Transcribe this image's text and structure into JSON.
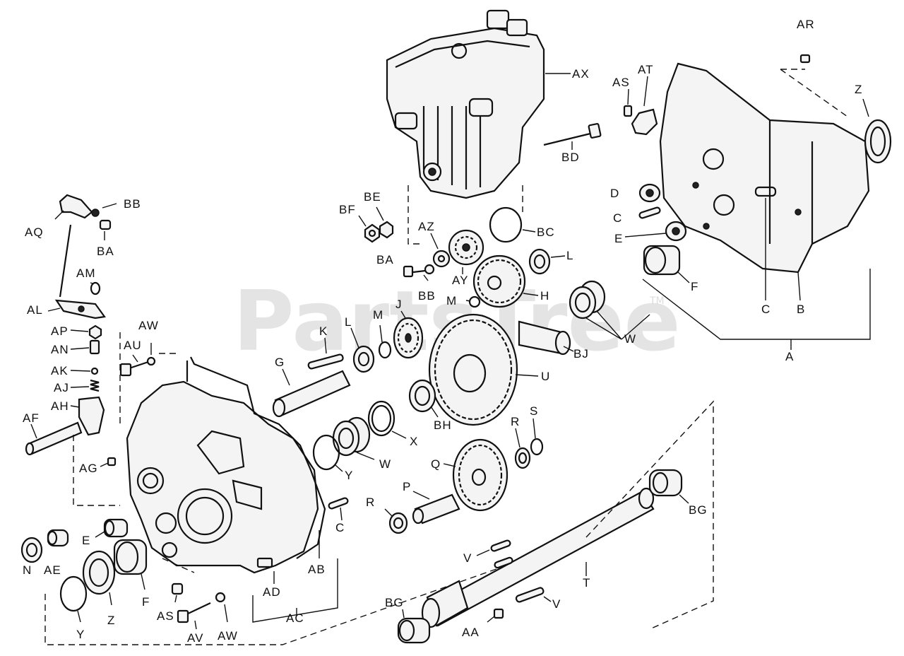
{
  "watermark": {
    "text": "PartsTree",
    "mark": "TM"
  },
  "callouts": {
    "AR": "AR",
    "AX": "AX",
    "AS": "AS",
    "AT": "AT",
    "Z": "Z",
    "BD": "BD",
    "D": "D",
    "C": "C",
    "E": "E",
    "F": "F",
    "B": "B",
    "A": "A",
    "W": "W",
    "BB": "BB",
    "AQ": "AQ",
    "BA": "BA",
    "AM": "AM",
    "AL": "AL",
    "AP": "AP",
    "AN": "AN",
    "AK": "AK",
    "AJ": "AJ",
    "AH": "AH",
    "AF": "AF",
    "AG": "AG",
    "AU": "AU",
    "AW": "AW",
    "BF": "BF",
    "BE": "BE",
    "AZ": "AZ",
    "AY": "AY",
    "BC": "BC",
    "L": "L",
    "H": "H",
    "M": "M",
    "J": "J",
    "K": "K",
    "G": "G",
    "U": "U",
    "BJ": "BJ",
    "BH": "BH",
    "X": "X",
    "Y": "Y",
    "R": "R",
    "S": "S",
    "Q": "Q",
    "P": "P",
    "BG": "BG",
    "T": "T",
    "V": "V",
    "AA": "AA",
    "N": "N",
    "AE": "AE",
    "AD": "AD",
    "AB": "AB",
    "AC": "AC",
    "AV": "AV"
  }
}
